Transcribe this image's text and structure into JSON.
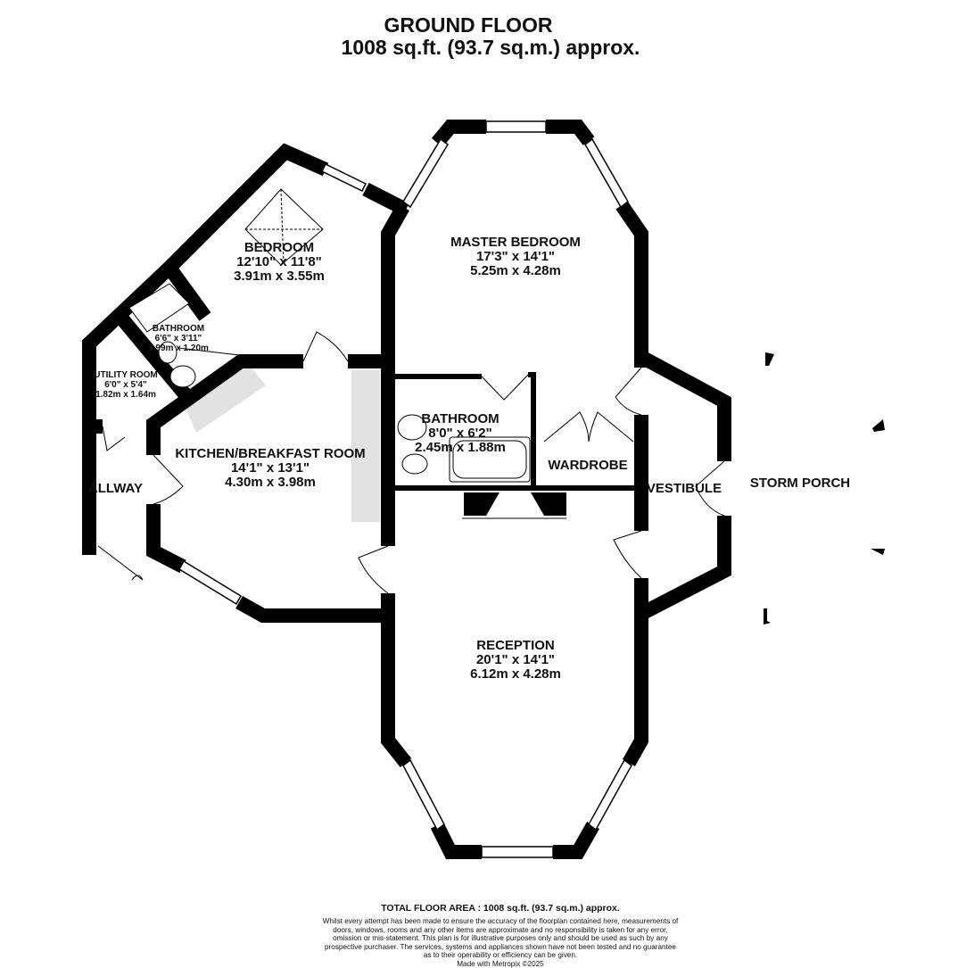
{
  "header": {
    "floor": "GROUND FLOOR",
    "area": "1008 sq.ft. (93.7 sq.m.) approx."
  },
  "rooms": [
    {
      "name": "BEDROOM",
      "imperial": "12'10\"  x 11'8\"",
      "metric": "3.91m  x 3.55m"
    },
    {
      "name": "MASTER BEDROOM",
      "imperial": "17'3\"  x 14'1\"",
      "metric": "5.25m  x 4.28m"
    },
    {
      "name": "BATHROOM",
      "imperial": "6'6\"  x 3'11\"",
      "metric": "1.99m  x 1.20m"
    },
    {
      "name": "UTILITY ROOM",
      "imperial": "6'0\"  x 5'4\"",
      "metric": "1.82m  x 1.64m"
    },
    {
      "name": "BATHROOM",
      "imperial": "8'0\"  x 6'2\"",
      "metric": "2.45m  x 1.88m"
    },
    {
      "name": "KITCHEN/BREAKFAST ROOM",
      "imperial": "14'1\"  x 13'1\"",
      "metric": "4.30m  x 3.98m"
    },
    {
      "name": "HALLWAY"
    },
    {
      "name": "WARDROBE"
    },
    {
      "name": "VESTIBULE"
    },
    {
      "name": "STORM PORCH"
    },
    {
      "name": "RECEPTION",
      "imperial": "20'1\"  x 14'1\"",
      "metric": "6.12m  x 4.28m"
    }
  ],
  "footer": {
    "total": "TOTAL FLOOR AREA : 1008 sq.ft. (93.7 sq.m.) approx.",
    "disclaimer": "Whilst every attempt has been made to ensure the accuracy of the floorplan contained here, measurements of doors, windows, rooms and any other items are approximate and no responsibility is taken for any error, omission or mis-statement. This plan is for illustrative purposes only and should be used as such by any prospective purchaser. The services, systems and appliances shown have not been tested and no guarantee as to their operability or efficiency can be given.",
    "credit": "Made with Metropix ©2025"
  },
  "colors": {
    "wall": "#000000",
    "stair": "#e2e2e2"
  }
}
